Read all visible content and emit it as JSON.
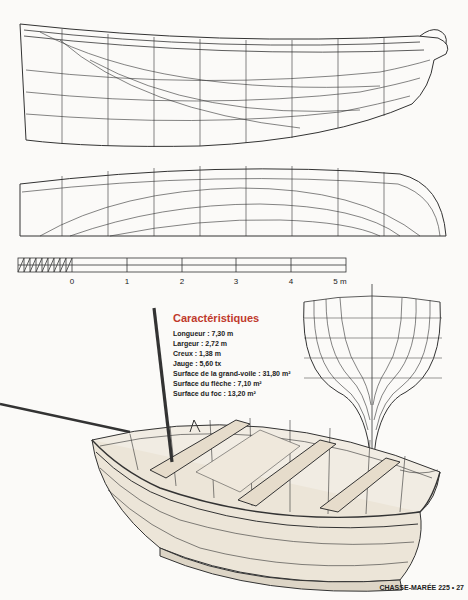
{
  "diagram": {
    "labels": [
      "0",
      "1",
      "2",
      "3",
      "4",
      "5 m",
      "Caractéristiques",
      "Longueur : 7,30 m",
      "Largeur : 2,72 m",
      "Creux : 1,38 m",
      "Jauge : 5,60 tx",
      "Surface de la grand-voile : 31,80 m²",
      "Surface du flèche : 7,10 m²",
      "Surface du foc : 13,20 m²",
      "CHASSE-MARÉE 225 • 27"
    ]
  }
}
